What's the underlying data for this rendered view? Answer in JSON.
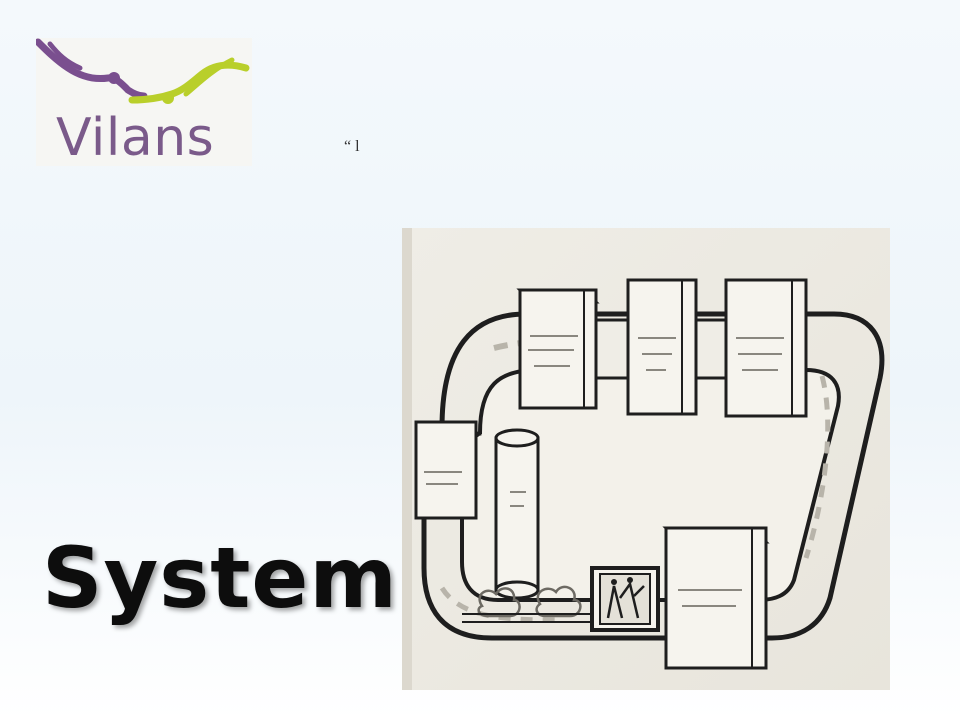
{
  "slide": {
    "logo_text": "Vilans",
    "stray_text": "“ l",
    "title": "System"
  },
  "colors": {
    "logo_purple": "#7a4f8f",
    "logo_green": "#b9cf2a",
    "title": "#0d0d0d"
  },
  "diagram": {
    "kind": "scanned loop conveyor diagram",
    "box_labels": []
  }
}
